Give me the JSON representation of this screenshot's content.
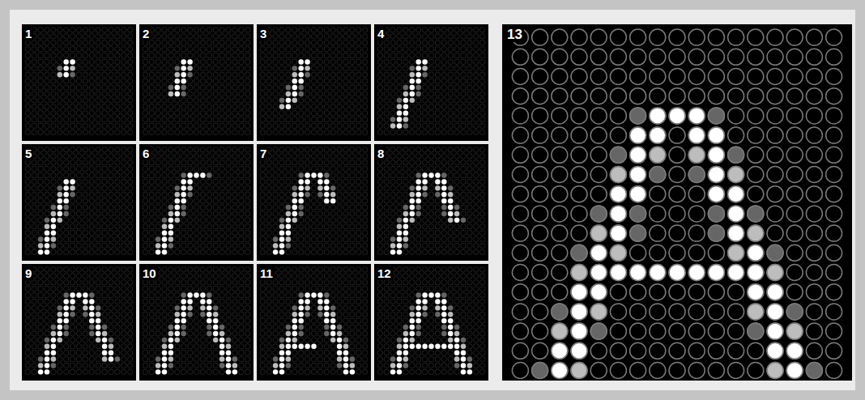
{
  "diagram": {
    "nodes": [
      {
        "text": [
          "1"
        ]
      },
      {
        "text": [
          "2"
        ]
      },
      {
        "text": [
          "3"
        ]
      },
      {
        "text": [
          "4"
        ]
      },
      {
        "text": [
          "5"
        ]
      },
      {
        "text": [
          "6"
        ]
      },
      {
        "text": [
          "7"
        ]
      },
      {
        "text": [
          "8"
        ]
      },
      {
        "text": [
          "9"
        ]
      },
      {
        "text": [
          "10"
        ]
      },
      {
        "text": [
          "11"
        ]
      },
      {
        "text": [
          "12"
        ]
      },
      {
        "text": [
          "13"
        ]
      }
    ]
  }
}
